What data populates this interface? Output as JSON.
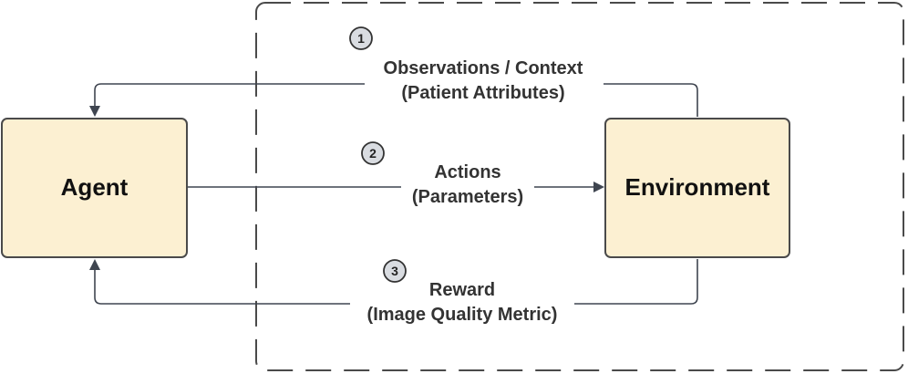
{
  "nodes": {
    "agent": {
      "label": "Agent"
    },
    "environment": {
      "label": "Environment"
    }
  },
  "edges": {
    "observations": {
      "step": "1",
      "line1": "Observations / Context",
      "line2": "(Patient Attributes)"
    },
    "actions": {
      "step": "2",
      "line1": "Actions",
      "line2": "(Parameters)"
    },
    "reward": {
      "step": "3",
      "line1": "Reward",
      "line2": "(Image Quality Metric)"
    }
  },
  "colors": {
    "box_fill": "#fcf0d2",
    "box_stroke": "#4a4a4a",
    "line": "#3f4550",
    "badge_fill": "#d9dce1",
    "dashed_border": "#4a4a4a"
  }
}
